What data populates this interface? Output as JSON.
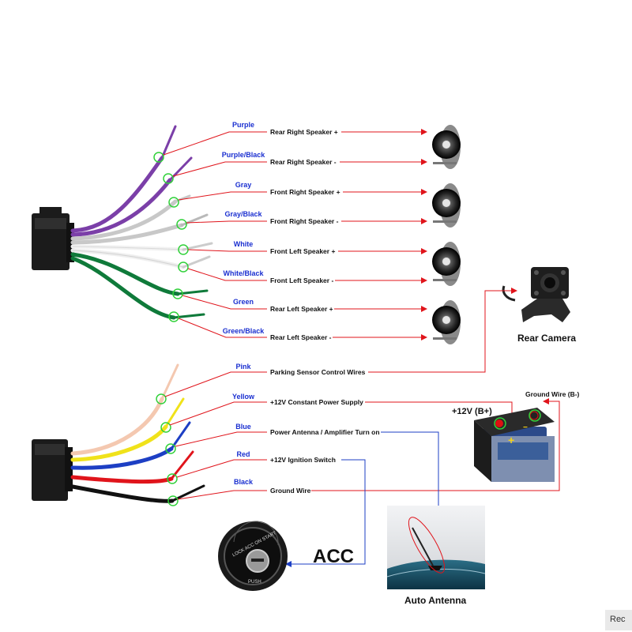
{
  "upper_harness": {
    "wires": [
      {
        "name": "Purple",
        "function": "Rear Right Speaker +",
        "color": "#7b3fa8"
      },
      {
        "name": "Purple/Black",
        "function": "Rear Right Speaker -",
        "color": "#7b3fa8"
      },
      {
        "name": "Gray",
        "function": "Front Right Speaker +",
        "color": "#b9b9b9"
      },
      {
        "name": "Gray/Black",
        "function": "Front Right Speaker -",
        "color": "#b9b9b9"
      },
      {
        "name": "White",
        "function": "Front Left Speaker +",
        "color": "#f2f2f2"
      },
      {
        "name": "White/Black",
        "function": "Front Left Speaker -",
        "color": "#f2f2f2"
      },
      {
        "name": "Green",
        "function": "Rear Left Speaker +",
        "color": "#0f7a3a"
      },
      {
        "name": "Green/Black",
        "function": "Rear Left Speaker -",
        "color": "#0f7a3a"
      }
    ]
  },
  "lower_harness": {
    "wires": [
      {
        "name": "Pink",
        "function": "Parking Sensor Control Wires",
        "color": "#f4c8b0"
      },
      {
        "name": "Yellow",
        "function": "+12V Constant Power Supply",
        "color": "#f0e21a"
      },
      {
        "name": "Blue",
        "function": "Power Antenna / Amplifier Turn on",
        "color": "#1d3fc4"
      },
      {
        "name": "Red",
        "function": "+12V  Ignition Switch",
        "color": "#e0141b"
      },
      {
        "name": "Black",
        "function": "Ground Wire",
        "color": "#111111"
      }
    ]
  },
  "devices": {
    "rear_camera": "Rear Camera",
    "battery_plus": "+12V  (B+)",
    "ground_wire": "Ground Wire (B-)",
    "acc": "ACC",
    "auto_antenna": "Auto Antenna",
    "ignition_top": "LOCK  ACC  ON  START",
    "ignition_bottom": "PUSH"
  },
  "corner_text": "Rec",
  "colors": {
    "wire_label": "#1a2fd0",
    "arrow_red": "#e0141b",
    "arrow_blue": "#1d3fc4",
    "marker": "#31d13a"
  }
}
